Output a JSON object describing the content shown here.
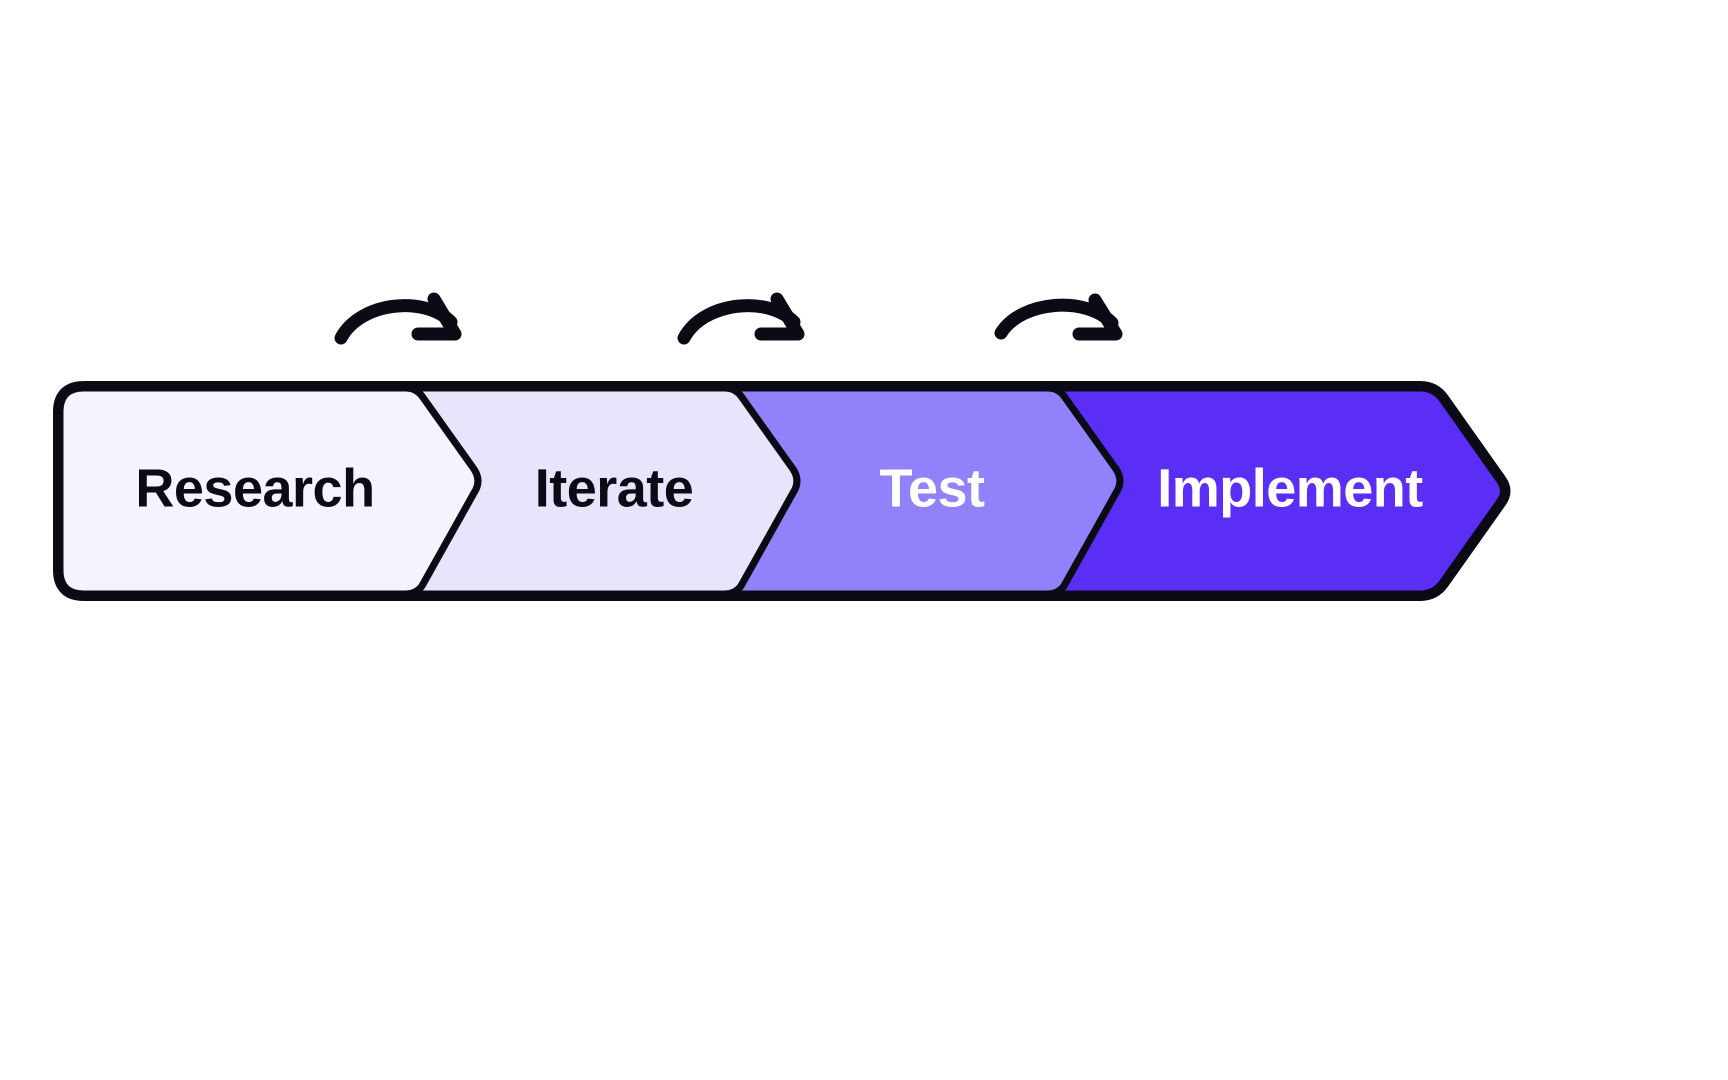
{
  "diagram": {
    "type": "process-flow-chevron",
    "title": "",
    "background": "#ffffff",
    "outline_color": "#0b0b16",
    "outline_width": 7,
    "stages": [
      {
        "id": "research",
        "label": "Research",
        "order": 1,
        "fill": "#f5f3fd",
        "text_color": "#0b0b16"
      },
      {
        "id": "iterate",
        "label": "Iterate",
        "order": 2,
        "fill": "#e9e4fb",
        "text_color": "#0b0b16"
      },
      {
        "id": "test",
        "label": "Test",
        "order": 3,
        "fill": "#9181fa",
        "text_color": "#ffffff"
      },
      {
        "id": "implement",
        "label": "Implement",
        "order": 4,
        "fill": "#5b2ef5",
        "text_color": "#ffffff"
      }
    ],
    "connectors": [
      {
        "id": "arrow-research-to-iterate",
        "from": "research",
        "to": "iterate",
        "style": "curved-arrow"
      },
      {
        "id": "arrow-iterate-to-test",
        "from": "iterate",
        "to": "test",
        "style": "curved-arrow"
      },
      {
        "id": "arrow-test-to-implement",
        "from": "test",
        "to": "implement",
        "style": "curved-arrow"
      }
    ]
  }
}
